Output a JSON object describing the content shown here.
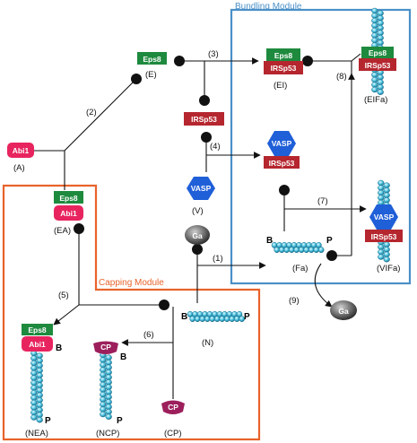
{
  "modules": {
    "bundling": {
      "title": "Bundling Module",
      "color": "#4A90C8"
    },
    "capping": {
      "title": "Capping Module",
      "color": "#E8632B"
    }
  },
  "proteins": {
    "eps8": "Eps8",
    "abi1": "Abi1",
    "irsp53": "IRSp53",
    "vasp": "VASP",
    "cp": "CP",
    "ga": "Ga"
  },
  "species": {
    "A": "(A)",
    "E": "(E)",
    "EA": "(EA)",
    "V": "(V)",
    "EI": "(EI)",
    "EIFa": "(EIFa)",
    "Fa": "(Fa)",
    "VIFa": "(VIFa)",
    "N": "(N)",
    "NEA": "(NEA)",
    "NCP": "(NCP)",
    "CP": "(CP)"
  },
  "reactions": [
    "(1)",
    "(2)",
    "(3)",
    "(4)",
    "(5)",
    "(6)",
    "(7)",
    "(8)",
    "(9)"
  ],
  "filament_ends": {
    "barbed": "B",
    "pointed": "P"
  },
  "colors": {
    "eps8": "#1E8A3E",
    "abi1": "#E8245F",
    "irsp53": "#B5262E",
    "vasp": "#1F5FD8",
    "cp": "#9C1F5C",
    "actin": "#4CC3E0",
    "ga": "#777777"
  }
}
